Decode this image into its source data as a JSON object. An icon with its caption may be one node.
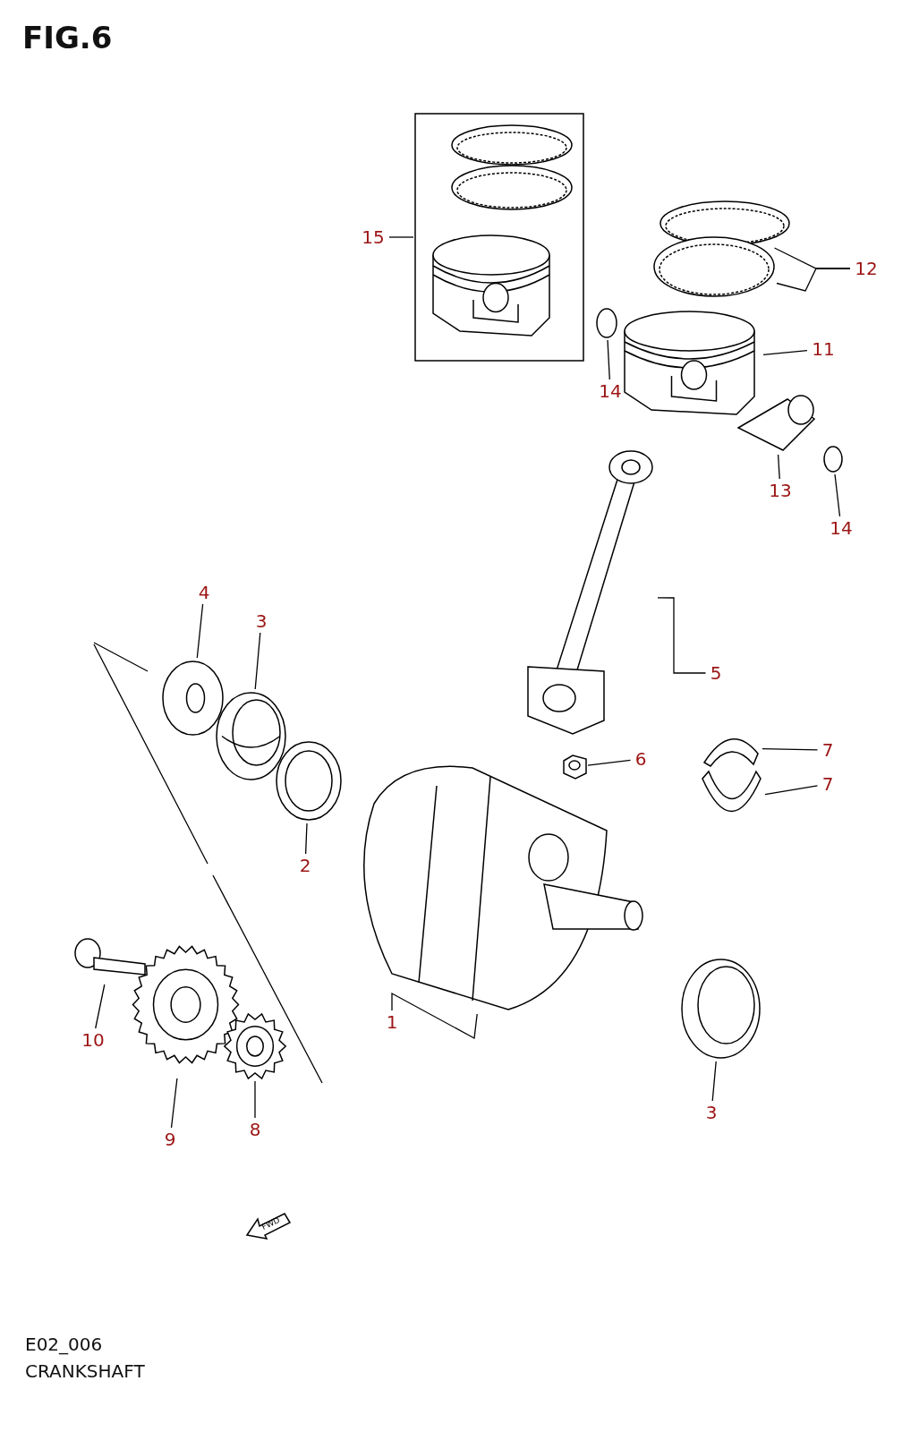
{
  "diagram": {
    "title": "FIG.6",
    "caption": "CRANKSHAFT",
    "nodes": [
      {
        "text": [
          "15"
        ]
      },
      {
        "text": [],
        "shape": "box"
      },
      {
        "text": [],
        "shape": "picture"
      },
      {
        "text": [],
        "shape": "picture"
      },
      {
        "text": [
          "12"
        ]
      },
      {
        "text": [],
        "shape": "picture"
      },
      {
        "text": [
          "11"
        ]
      },
      {
        "text": [],
        "shape": "circle"
      },
      {
        "text": [
          "14"
        ]
      },
      {
        "text": [],
        "shape": "picture"
      },
      {
        "text": [
          "13"
        ]
      },
      {
        "text": [],
        "shape": "circle"
      },
      {
        "text": [
          "14"
        ]
      },
      {
        "text": [],
        "shape": "picture"
      },
      {
        "text": [
          "4"
        ]
      },
      {
        "text": [],
        "shape": "picture"
      },
      {
        "text": [
          "3"
        ]
      },
      {
        "text": [],
        "shape": "picture"
      },
      {
        "text": [
          "5"
        ]
      },
      {
        "text": [],
        "shape": "picture"
      },
      {
        "text": [
          "6"
        ]
      },
      {
        "text": [],
        "shape": "picture"
      },
      {
        "text": [
          "7"
        ]
      },
      {
        "text": [],
        "shape": "picture"
      },
      {
        "text": [
          "7"
        ]
      },
      {
        "text": [],
        "shape": "picture"
      },
      {
        "text": [
          "2"
        ]
      },
      {
        "text": [],
        "shape": "picture"
      },
      {
        "text": [],
        "shape": "picture"
      },
      {
        "text": [
          "10"
        ]
      },
      {
        "text": [
          "1"
        ]
      },
      {
        "text": [],
        "shape": "picture"
      },
      {
        "text": [],
        "shape": "picture"
      },
      {
        "text": [],
        "shape": "picture"
      },
      {
        "text": [
          "3"
        ]
      },
      {
        "text": [
          "9"
        ]
      },
      {
        "text": [
          "8"
        ]
      }
    ],
    "edges": [
      {
        "from": 0,
        "to": 1,
        "arrow": "none"
      },
      {
        "from": 4,
        "to": 2,
        "arrow": "none"
      },
      {
        "from": 4,
        "to": 3,
        "arrow": "none"
      },
      {
        "from": 6,
        "to": 5,
        "arrow": "none"
      },
      {
        "from": 8,
        "to": 7,
        "arrow": "none"
      },
      {
        "from": 10,
        "to": 9,
        "arrow": "none"
      },
      {
        "from": 12,
        "to": 11,
        "arrow": "none"
      },
      {
        "from": 14,
        "to": 15,
        "arrow": "none"
      },
      {
        "from": 16,
        "to": 17,
        "arrow": "none"
      },
      {
        "from": 18,
        "to": 13,
        "arrow": "none"
      },
      {
        "from": 20,
        "to": 19,
        "arrow": "none"
      },
      {
        "from": 22,
        "to": 21,
        "arrow": "none"
      },
      {
        "from": 24,
        "to": 23,
        "arrow": "none"
      },
      {
        "from": 26,
        "to": 25,
        "arrow": "none"
      },
      {
        "from": 29,
        "to": 28,
        "arrow": "none"
      },
      {
        "from": 30,
        "to": 27,
        "arrow": "none"
      },
      {
        "from": 34,
        "to": 31,
        "arrow": "none"
      },
      {
        "from": 35,
        "to": 32,
        "arrow": "none"
      },
      {
        "from": 36,
        "to": 33,
        "arrow": "none"
      }
    ],
    "labels": [
      "FWD",
      "E02_006"
    ]
  }
}
